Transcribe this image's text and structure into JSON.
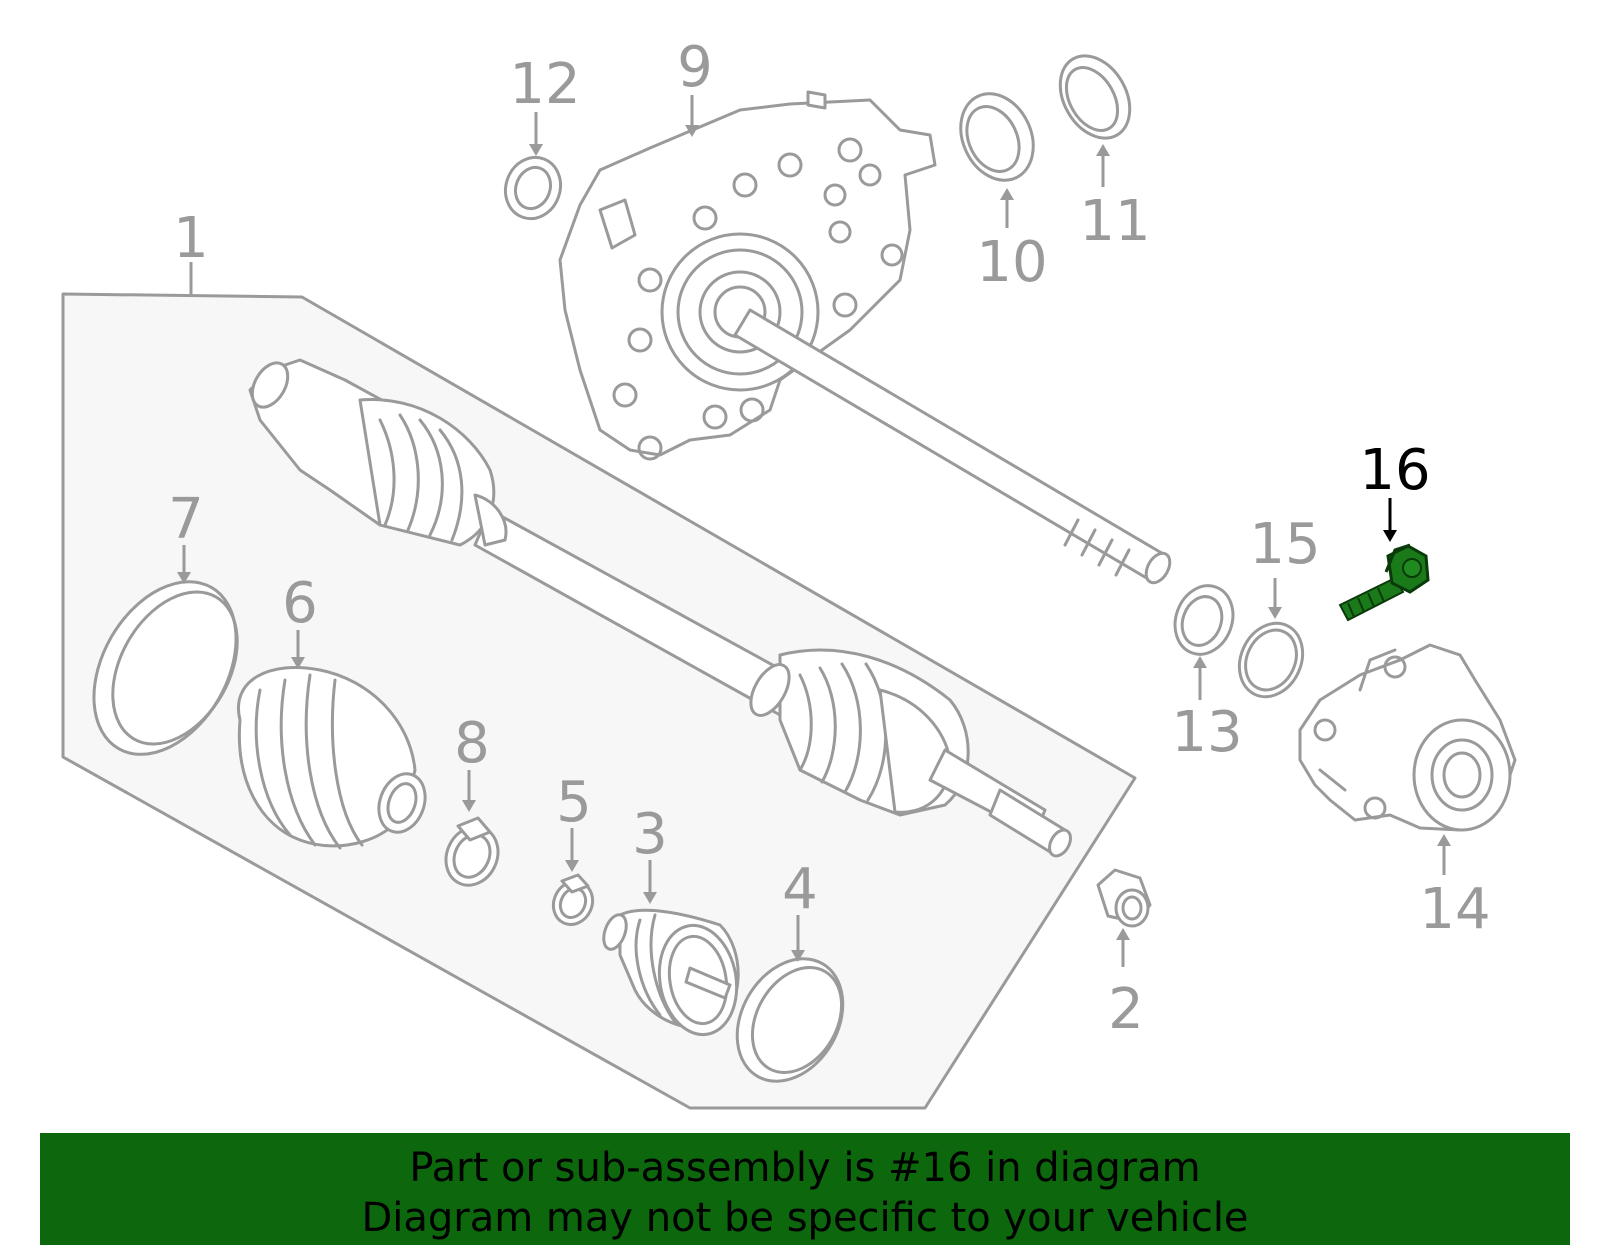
{
  "callouts": {
    "c1": "1",
    "c2": "2",
    "c3": "3",
    "c4": "4",
    "c5": "5",
    "c6": "6",
    "c7": "7",
    "c8": "8",
    "c9": "9",
    "c10": "10",
    "c11": "11",
    "c12": "12",
    "c13": "13",
    "c14": "14",
    "c15": "15",
    "c16": "16"
  },
  "highlighted_part": "16",
  "colors": {
    "line": "#9a9a9a",
    "highlight_part": "#1a7a1a",
    "banner_bg": "#0d670d",
    "banner_text": "#000000"
  },
  "banner": {
    "line1": "Part or sub-assembly is #16 in diagram",
    "line2": "Diagram may not be specific to your vehicle"
  }
}
